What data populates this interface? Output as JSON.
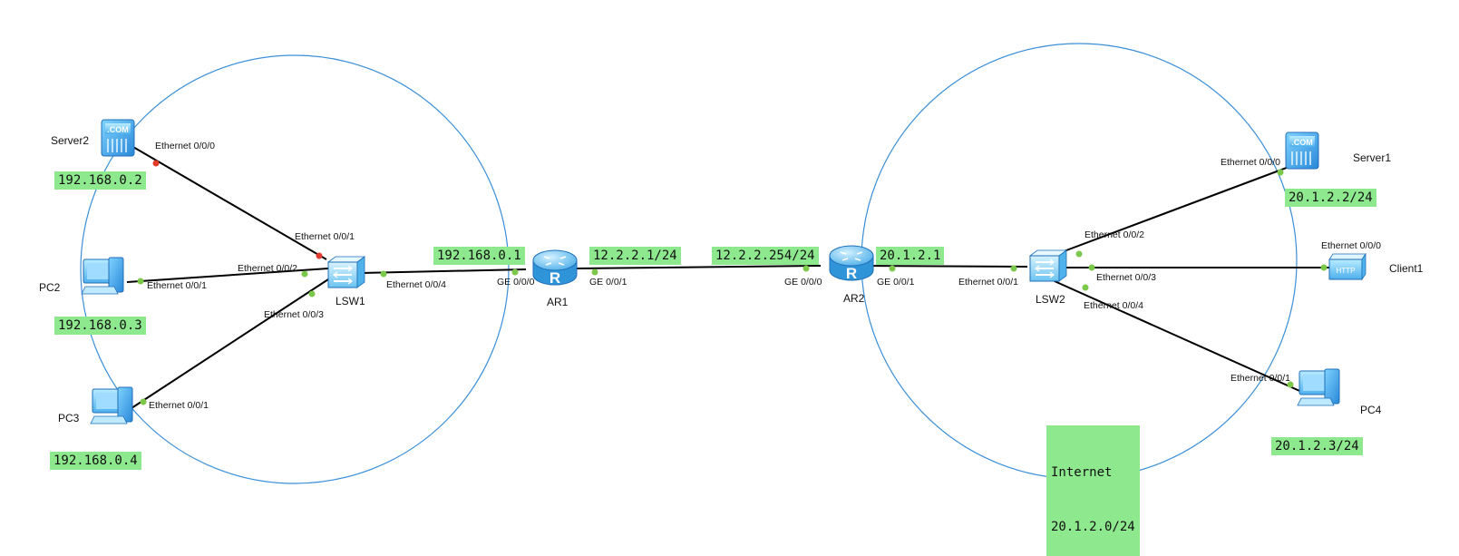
{
  "colors": {
    "link": "#000000",
    "zone_circle": "#3b8fd8",
    "port_up": "#7cc84a",
    "port_down": "#e23b2e",
    "ip_label_bg": "#8ee88e"
  },
  "devices": {
    "server2": {
      "name": "Server2",
      "icon": "server-icon",
      "screen_text": ".COM"
    },
    "pc2": {
      "name": "PC2",
      "icon": "pc-icon"
    },
    "pc3": {
      "name": "PC3",
      "icon": "pc-icon"
    },
    "lsw1": {
      "name": "LSW1",
      "icon": "switch-icon"
    },
    "ar1": {
      "name": "AR1",
      "icon": "router-icon",
      "letter": "R"
    },
    "ar2": {
      "name": "AR2",
      "icon": "router-icon",
      "letter": "R"
    },
    "lsw2": {
      "name": "LSW2",
      "icon": "switch-icon"
    },
    "server1": {
      "name": "Server1",
      "icon": "server-icon",
      "screen_text": ".COM"
    },
    "client1": {
      "name": "Client1",
      "icon": "client-icon",
      "screen_text": "HTTP"
    },
    "pc4": {
      "name": "PC4",
      "icon": "pc-icon"
    }
  },
  "ports": {
    "server2_e000": "Ethernet 0/0/0",
    "lsw1_e001": "Ethernet 0/0/1",
    "lsw1_e002": "Ethernet 0/0/2",
    "pc2_e001": "Ethernet 0/0/1",
    "lsw1_e003": "Ethernet 0/0/3",
    "pc3_e001": "Ethernet 0/0/1",
    "lsw1_e004": "Ethernet 0/0/4",
    "ar1_ge000": "GE 0/0/0",
    "ar1_ge001": "GE 0/0/1",
    "ar2_ge000": "GE 0/0/0",
    "ar2_ge001": "GE 0/0/1",
    "lsw2_e001": "Ethernet 0/0/1",
    "lsw2_e002": "Ethernet 0/0/2",
    "server1_e000": "Ethernet 0/0/0",
    "lsw2_e003": "Ethernet 0/0/3",
    "client1_e000": "Ethernet 0/0/0",
    "lsw2_e004": "Ethernet 0/0/4",
    "pc4_e001": "Ethernet 0/0/1"
  },
  "ip_labels": {
    "server2": "192.168.0.2",
    "pc2": "192.168.0.3",
    "pc3": "192.168.0.4",
    "ar1_lan": "192.168.0.1",
    "ar1_wan": "12.2.2.1/24",
    "ar2_wan": "12.2.2.254/24",
    "ar2_lan": "20.1.2.1",
    "server1": "20.1.2.2/24",
    "pc4": "20.1.2.3/24",
    "internet_line1": "Internet",
    "internet_line2": "20.1.2.0/24"
  }
}
